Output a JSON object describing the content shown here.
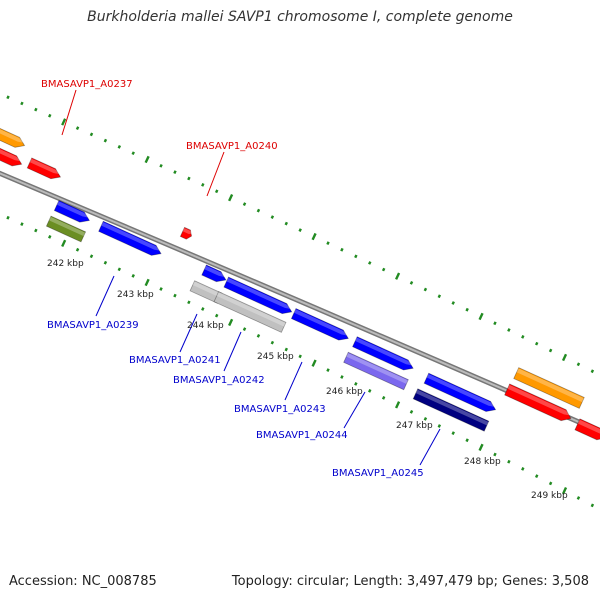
{
  "title": "Burkholderia mallei SAVP1 chromosome I, complete genome",
  "footer": {
    "accession": "Accession: NC_008785",
    "summary": "Topology: circular; Length: 3,497,479 bp; Genes: 3,508"
  },
  "ticks": [
    "242 kbp",
    "243 kbp",
    "244 kbp",
    "245 kbp",
    "246 kbp",
    "247 kbp",
    "248 kbp",
    "249 kbp"
  ],
  "gene_labels_forward": [
    "BMASAVP1_A0237",
    "BMASAVP1_A0240"
  ],
  "gene_labels_reverse": [
    "BMASAVP1_A0239",
    "BMASAVP1_A0241",
    "BMASAVP1_A0242",
    "BMASAVP1_A0243",
    "BMASAVP1_A0244",
    "BMASAVP1_A0245"
  ],
  "colors": {
    "forward_label": "#dd0000",
    "reverse_label": "#0000cc",
    "red_feature": "#ff0000",
    "orange_feature": "#ff9900",
    "blue_feature": "#0000ff",
    "olive_feature": "#6b8e23",
    "lavender_feature": "#7b68ee",
    "navy_feature": "#000080",
    "grey_feature": "#c0c0c0",
    "backbone": "#888888",
    "dots": "#228b22"
  }
}
